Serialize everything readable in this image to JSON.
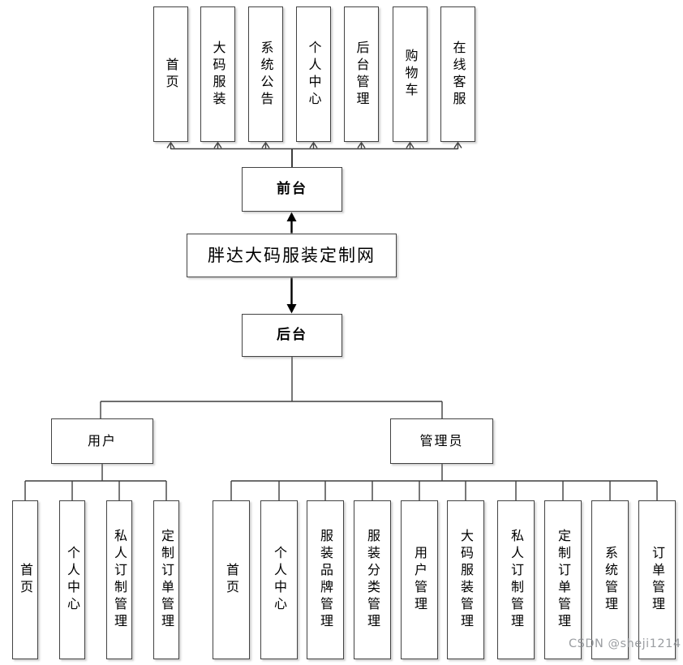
{
  "diagram": {
    "title": "胖达大码服装定制网",
    "frontend": {
      "label": "前台",
      "pages": [
        "首页",
        "大码服装",
        "系统公告",
        "个人中心",
        "后台管理",
        "购物车",
        "在线客服"
      ]
    },
    "backend": {
      "label": "后台",
      "roles": [
        {
          "label": "用户",
          "children": [
            "首页",
            "个人中心",
            "私人订制管理",
            "定制订单管理"
          ]
        },
        {
          "label": "管理员",
          "children": [
            "首页",
            "个人中心",
            "服装品牌管理",
            "服装分类管理",
            "用户管理",
            "大码服装管理",
            "私人订制管理",
            "定制订单管理",
            "系统管理",
            "订单管理"
          ]
        }
      ]
    },
    "watermark": "CSDN @sheji1214",
    "colors": {
      "line": "#3f3f3f",
      "box_border": "#434343",
      "box_fill": "#ffffff",
      "text": "#000000",
      "watermark": "#888c91"
    }
  }
}
